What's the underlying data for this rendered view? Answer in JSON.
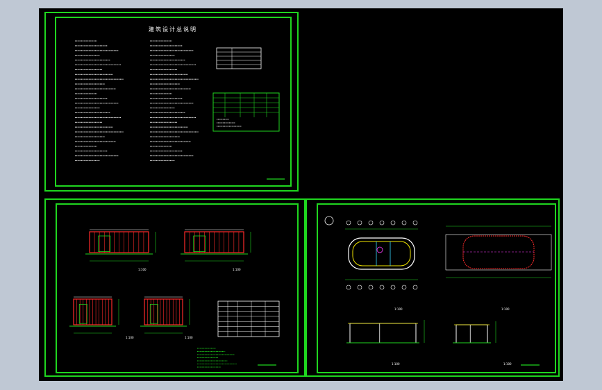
{
  "app": {
    "background_color": "#bfc8d4",
    "canvas_color": "#000000"
  },
  "colors": {
    "frame": "#1fd61f",
    "text": "#ffffff",
    "line_green": "#1fd61f",
    "line_red": "#ff2a2a",
    "line_yellow": "#f2e600",
    "line_cyan": "#39d7ff",
    "line_magenta": "#ff3cff"
  },
  "sheet1": {
    "title": "建筑设计总说明"
  },
  "sheet2": {
    "scale_labels": [
      "1:100",
      "1:100",
      "1:100",
      "1:100"
    ]
  },
  "sheet3": {
    "scale_labels": [
      "1:100",
      "1:100",
      "1:100",
      "1:100"
    ]
  }
}
